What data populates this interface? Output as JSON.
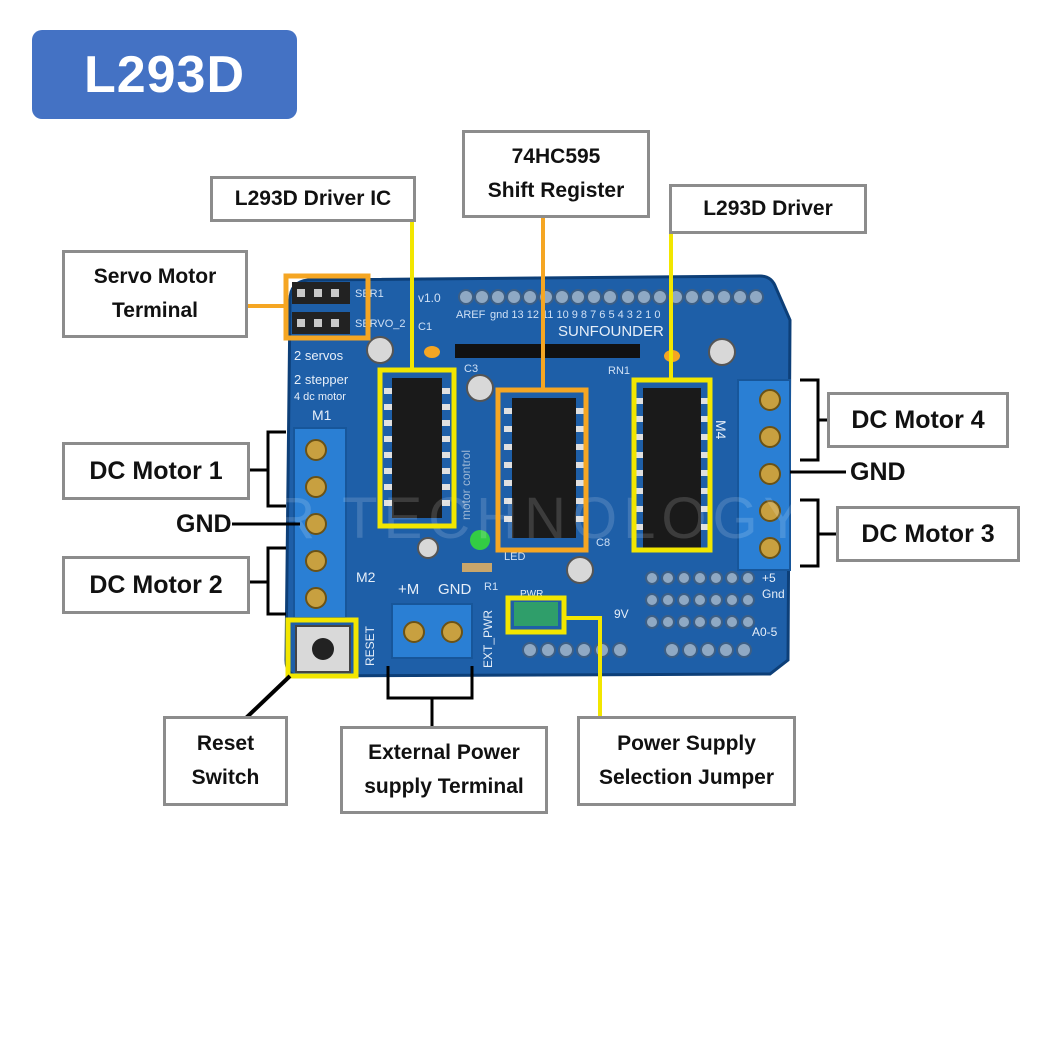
{
  "title": "L293D",
  "board": {
    "silk_brand": "SUNFOUNDER",
    "silk_version": "v1.0",
    "silk_servo1": "SER1",
    "silk_servo2": "SERVO_2",
    "silk_servos": "2 servos",
    "silk_stepper": "2 stepper",
    "silk_dc": "4 dc motor",
    "silk_motor_control": "motor control",
    "silk_m1": "M1",
    "silk_m2": "M2",
    "silk_m4": "M4",
    "silk_ext_pm": "+M",
    "silk_ext_gnd": "GND",
    "silk_reset": "RESET",
    "silk_ext_pwr": "EXT_PWR",
    "silk_pwr": "PWR",
    "silk_9v": "9V",
    "silk_plus5": "+5",
    "silk_gnd": "Gnd",
    "silk_a0": "A0-5",
    "silk_aref": "AREF",
    "silk_digital": "gnd 13 12 11 10  9  8   7  6  5  4  3  2  1  0",
    "silk_c1": "C1",
    "silk_c3": "C3",
    "silk_c8": "C8",
    "silk_rn1": "RN1",
    "silk_r1": "R1",
    "silk_led": "LED",
    "watermark": "C O R   TECHNOLOGY"
  },
  "labels": {
    "driver_ic": "L293D Driver IC",
    "shift_line1": "74HC595",
    "shift_line2": "Shift Register",
    "driver": "L293D Driver",
    "servo_line1": "Servo Motor",
    "servo_line2": "Terminal",
    "dc1": "DC Motor 1",
    "gnd_left": "GND",
    "dc2": "DC Motor 2",
    "dc4": "DC Motor 4",
    "gnd_right": "GND",
    "dc3": "DC Motor 3",
    "reset_line1": "Reset",
    "reset_line2": "Switch",
    "ext_line1": "External Power",
    "ext_line2": "supply Terminal",
    "psu_line1": "Power Supply",
    "psu_line2": "Selection Jumper"
  },
  "colors": {
    "badge": "#4472c4",
    "pcb": "#1e5fa8",
    "highlight_yellow": "#f2e600",
    "highlight_orange": "#f5a623",
    "terminal_blue": "#2a7fd4",
    "label_border": "#8c8c8c"
  }
}
